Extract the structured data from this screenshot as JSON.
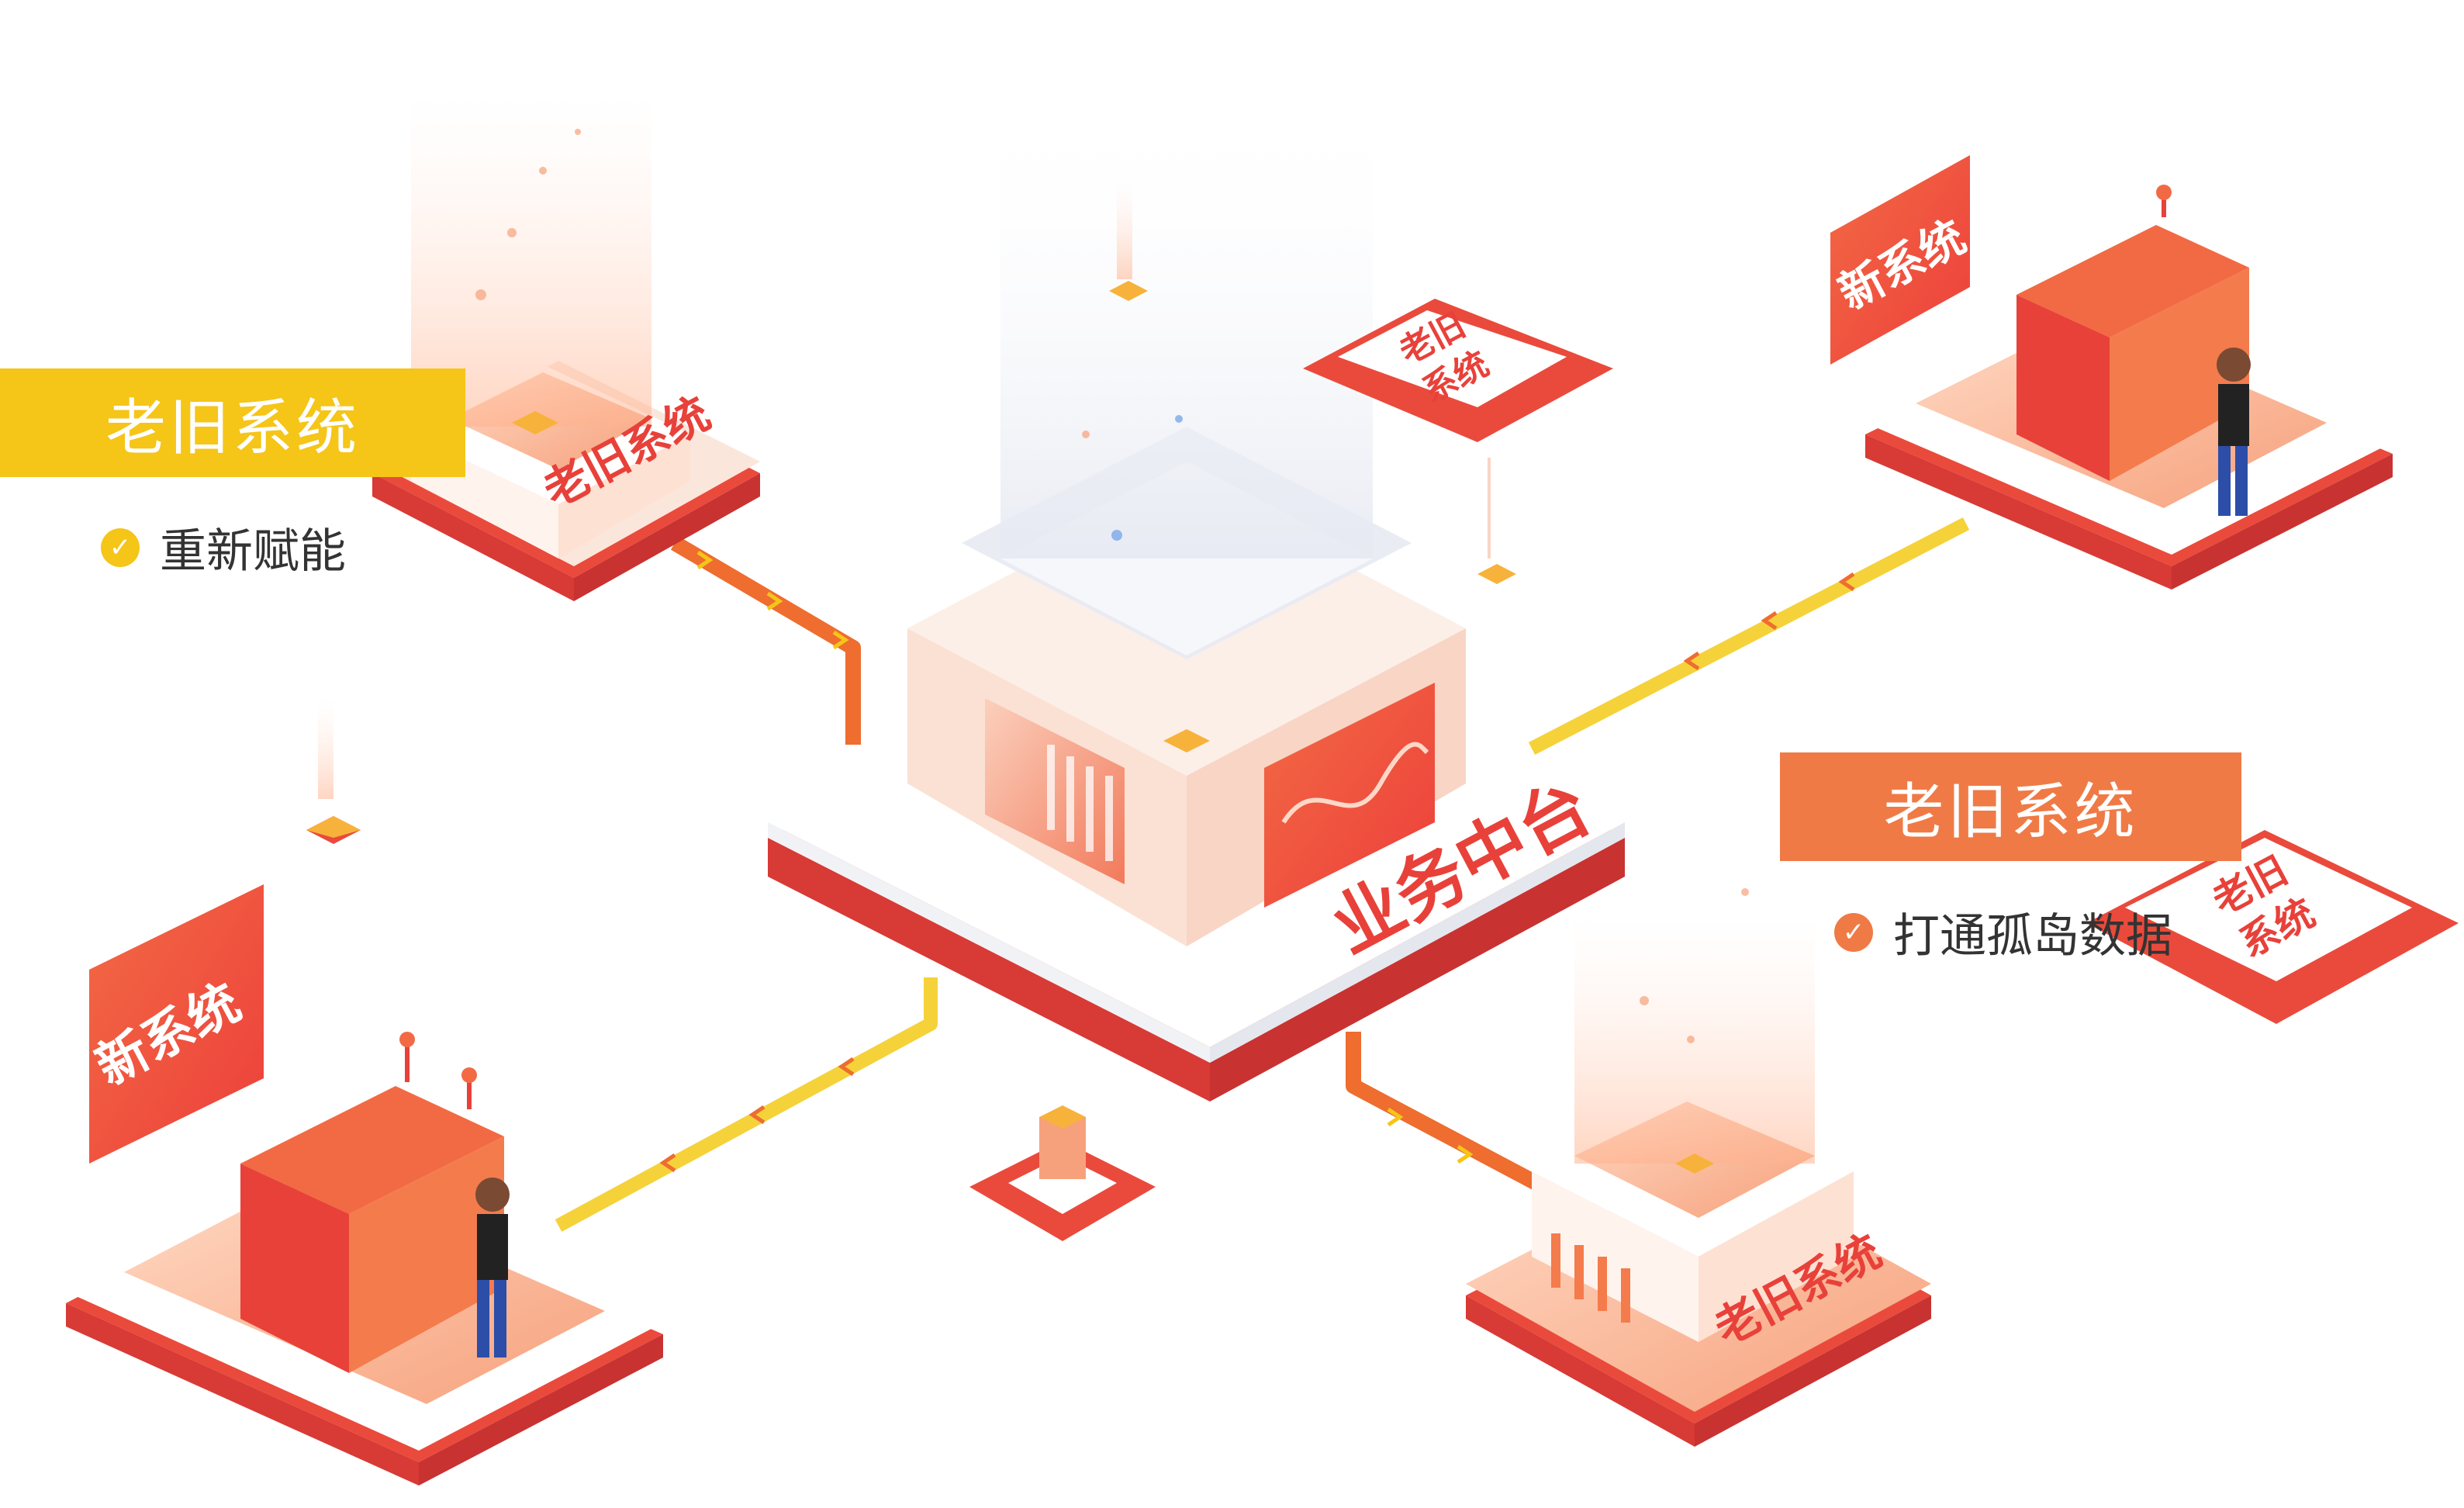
{
  "hub": {
    "label": "业务中台"
  },
  "nodes": {
    "legacy_top_left": {
      "label": "老旧系统"
    },
    "legacy_top_mid": {
      "label_line1": "老旧",
      "label_line2": "系统"
    },
    "legacy_right": {
      "label_line1": "老旧",
      "label_line2": "系统"
    },
    "legacy_bottom_right": {
      "label": "老旧系统"
    },
    "new_top_right": {
      "label": "新系统"
    },
    "new_bottom_left": {
      "label": "新系统"
    }
  },
  "callouts": {
    "left": {
      "title": "老旧系统",
      "benefit": "重新赋能",
      "color": "#f5c518"
    },
    "right": {
      "title": "老旧系统",
      "benefit": "打通孤岛数据",
      "color": "#f07a45"
    }
  },
  "icons": {
    "check": "check-circle-icon"
  },
  "colors": {
    "primary_red": "#e8413a",
    "orange": "#f47b4c",
    "yellow_link": "#f5c518",
    "orange_link": "#ee6d2f"
  }
}
